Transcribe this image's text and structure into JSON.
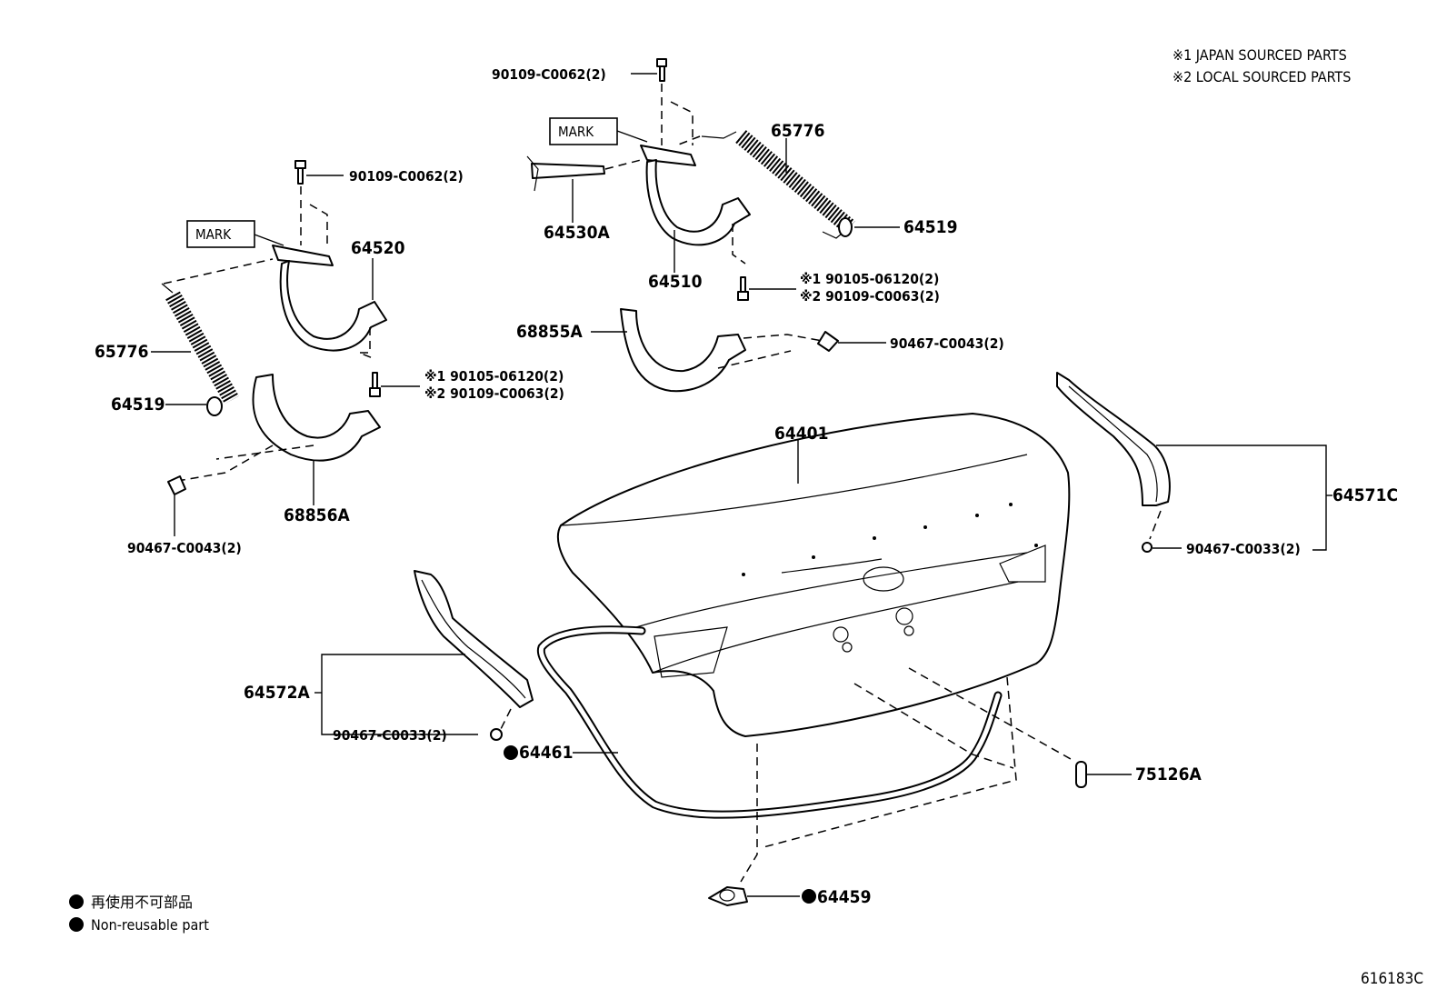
{
  "notes": {
    "japan": "※1 JAPAN SOURCED PARTS",
    "local": "※2 LOCAL SOURCED PARTS"
  },
  "legend": {
    "line1": "再使用不可部品",
    "line2": "Non-reusable part"
  },
  "diagram_code": "616183C",
  "mark_label": "MARK",
  "labels": {
    "bolt_top_right": "90109-C0062(2)",
    "bolt_top_left": "90109-C0062(2)",
    "spring_right": "65776",
    "spring_left": "65776",
    "bushing_right": "64519",
    "bushing_left": "64519",
    "rod": "64530A",
    "hinge_right": "64510",
    "hinge_left": "64520",
    "bolt_right_1": "※1 90105-06120(2)",
    "bolt_right_2": "※2 90109-C0063(2)",
    "bolt_left_1": "※1 90105-06120(2)",
    "bolt_left_2": "※2 90109-C0063(2)",
    "cover_right": "68855A",
    "cover_left": "68856A",
    "clip_right": "90467-C0043(2)",
    "clip_left": "90467-C0043(2)",
    "lid": "64401",
    "trim_right": "64571C",
    "clip_trim_right": "90467-C0033(2)",
    "trim_left": "64572A",
    "clip_trim_left": "90467-C0033(2)",
    "weatherstrip": "64461",
    "stopper": "75126A",
    "cushion": "64459"
  }
}
